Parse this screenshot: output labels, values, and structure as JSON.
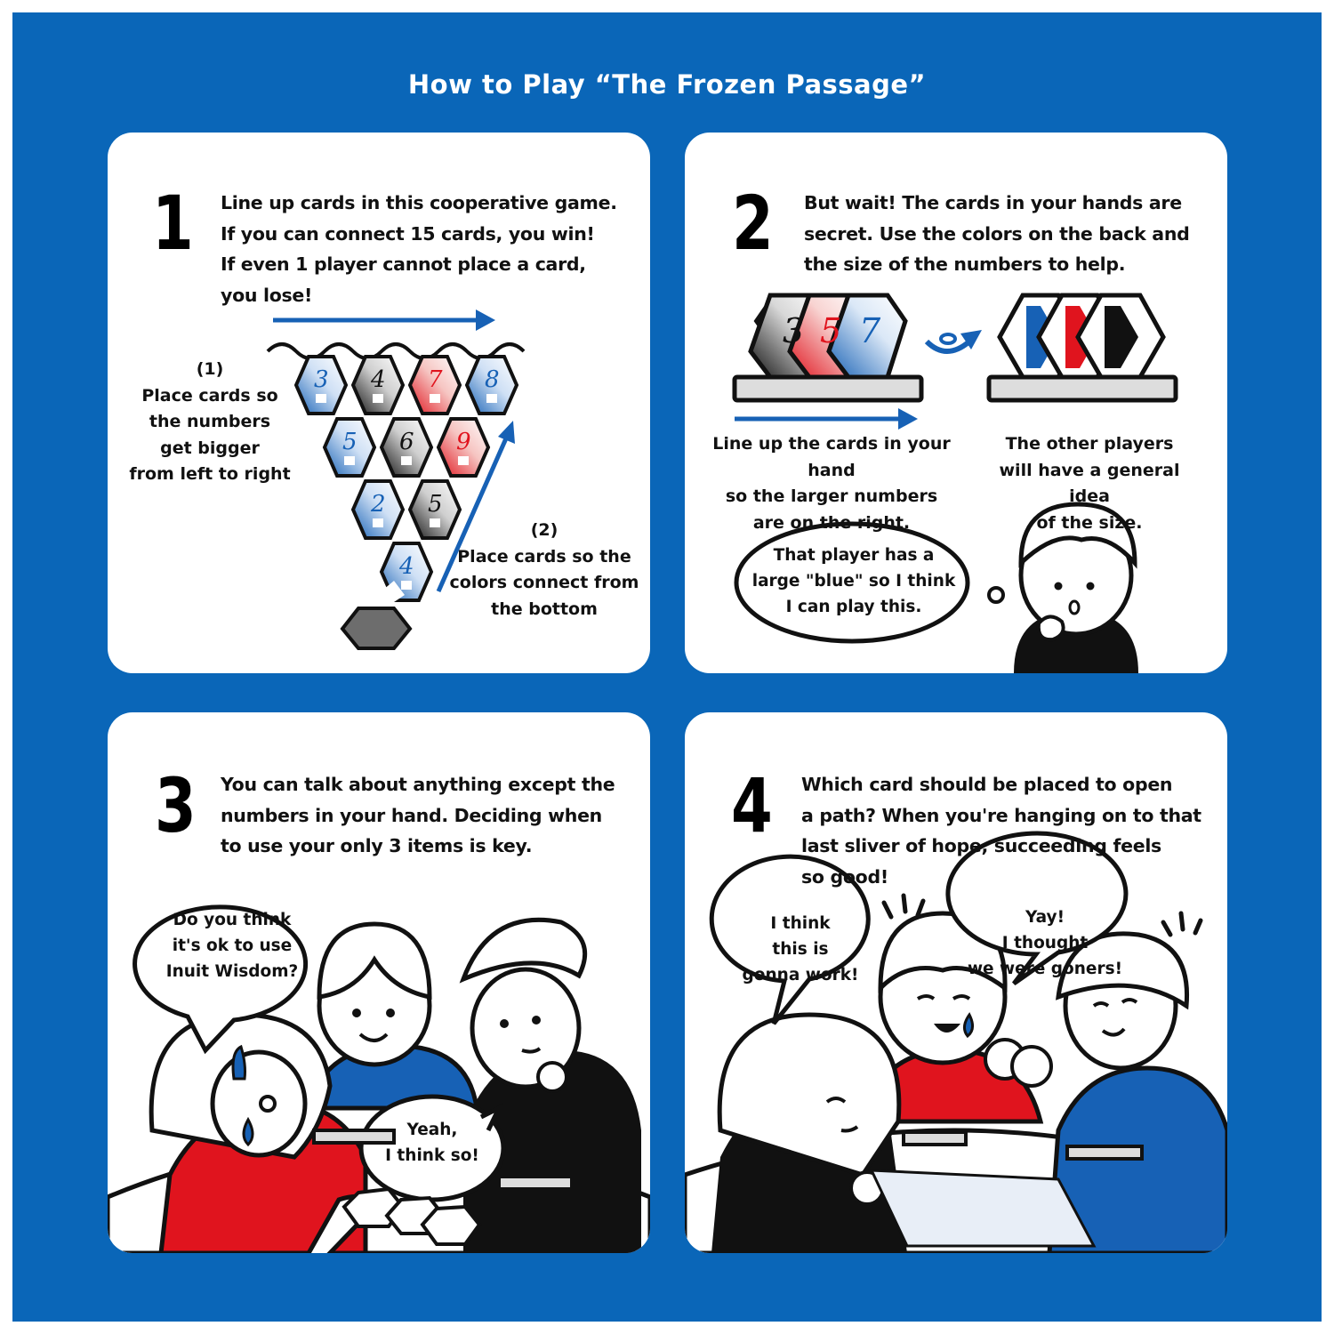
{
  "title": "How to Play “The Frozen Passage”",
  "colors": {
    "background": "#0a66b8",
    "blue": "#1761b5",
    "red": "#e0141e",
    "black": "#111111",
    "panel": "#ffffff"
  },
  "panels": [
    {
      "number": "1",
      "text": "Line up cards in this cooperative game.\nIf you can connect 15 cards, you win!\nIf even 1 player cannot place a card,\nyou lose!",
      "label_1": "(1)\nPlace cards so\nthe numbers\nget bigger\nfrom left to right",
      "label_2": "(2)\nPlace cards so the\ncolors connect from\nthe bottom",
      "cards": [
        {
          "value": "3",
          "color": "blue"
        },
        {
          "value": "4",
          "color": "black"
        },
        {
          "value": "7",
          "color": "red"
        },
        {
          "value": "8",
          "color": "blue"
        },
        {
          "value": "5",
          "color": "blue"
        },
        {
          "value": "6",
          "color": "black"
        },
        {
          "value": "9",
          "color": "red"
        },
        {
          "value": "2",
          "color": "blue"
        },
        {
          "value": "5",
          "color": "black"
        },
        {
          "value": "4",
          "color": "blue"
        }
      ]
    },
    {
      "number": "2",
      "text": "But wait! The cards in your hands are\nsecret. Use the colors on the back and\nthe size of the numbers to help.",
      "hand_cards": [
        "3",
        "5",
        "7"
      ],
      "caption_left": "Line up the cards in your hand\nso the larger numbers\nare on the right.",
      "caption_right": "The other players\nwill have a general idea\nof the size.",
      "thought": "That player has a\nlarge \"blue\" so I think\nI can play this."
    },
    {
      "number": "3",
      "text": "You can talk about anything except the\nnumbers in your hand. Deciding when\nto use your only 3 items is key.",
      "bubble_1": "Do you think\nit's ok to use\nInuit Wisdom?",
      "bubble_2": "Yeah,\nI think so!"
    },
    {
      "number": "4",
      "text": "Which card should be placed to open\na path? When you're hanging on to that\nlast sliver of hope, succeeding feels\nso good!",
      "bubble_1": "I think\nthis is\ngonna work!",
      "bubble_2": "Yay!\nI thought\nwe were goners!"
    }
  ]
}
